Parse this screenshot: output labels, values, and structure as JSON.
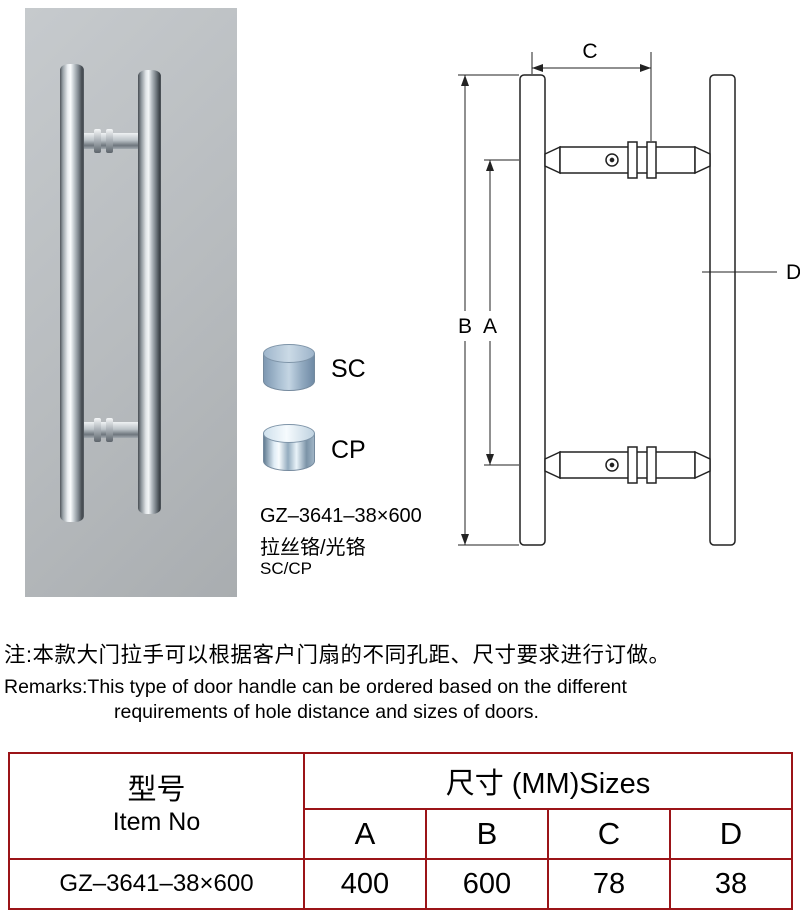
{
  "colors": {
    "table_border": "#9b1418",
    "photo_bg": "#b7bbbe"
  },
  "product": {
    "code": "GZ–3641–38×600",
    "finish_cn": "拉丝铬/光铬",
    "finish_codes": "SC/CP",
    "swatches": [
      {
        "label": "SC"
      },
      {
        "label": "CP"
      }
    ]
  },
  "diagram": {
    "labels": {
      "a": "A",
      "b": "B",
      "c": "C",
      "d": "D"
    }
  },
  "remarks": {
    "cn": "注:本款大门拉手可以根据客户门扇的不同孔距、尺寸要求进行订做。",
    "en1": "Remarks:This type of door handle can be ordered based on the different",
    "en2": "requirements of hole distance and sizes of doors."
  },
  "table": {
    "model_cn": "型号",
    "model_en": "Item No",
    "sizes_header": "尺寸 (MM)Sizes",
    "columns": [
      "A",
      "B",
      "C",
      "D"
    ],
    "row": {
      "item_no": "GZ–3641–38×600",
      "a": "400",
      "b": "600",
      "c": "78",
      "d": "38"
    }
  }
}
